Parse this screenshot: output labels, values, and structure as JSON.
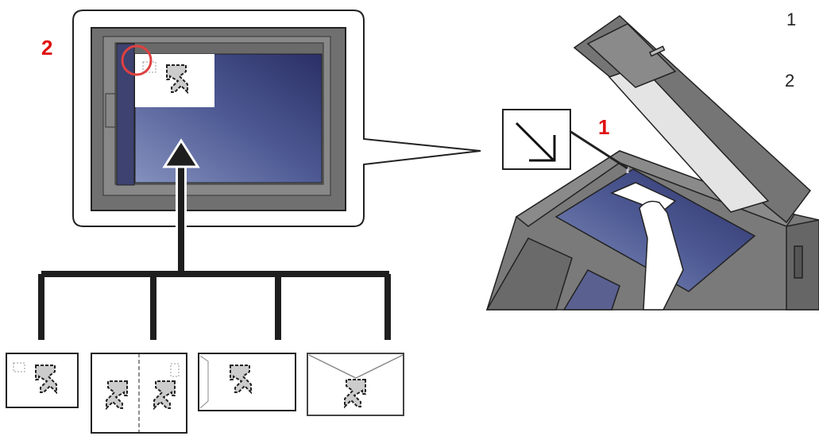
{
  "labels": {
    "callout_step": "2",
    "printer_step": "1",
    "side_step_1": "1",
    "side_step_2": "2"
  },
  "colors": {
    "step_label": "#e01010",
    "glass": "#4a5590",
    "frame": "#6e6e6e",
    "line": "#1e1e1e"
  },
  "icons": [
    "placement-arrow-icon",
    "document-glyph-icon",
    "envelope-icon",
    "hand-icon"
  ],
  "originals": [
    "sheet-landscape",
    "open-book",
    "envelope-side-flap",
    "envelope-top-flap"
  ]
}
